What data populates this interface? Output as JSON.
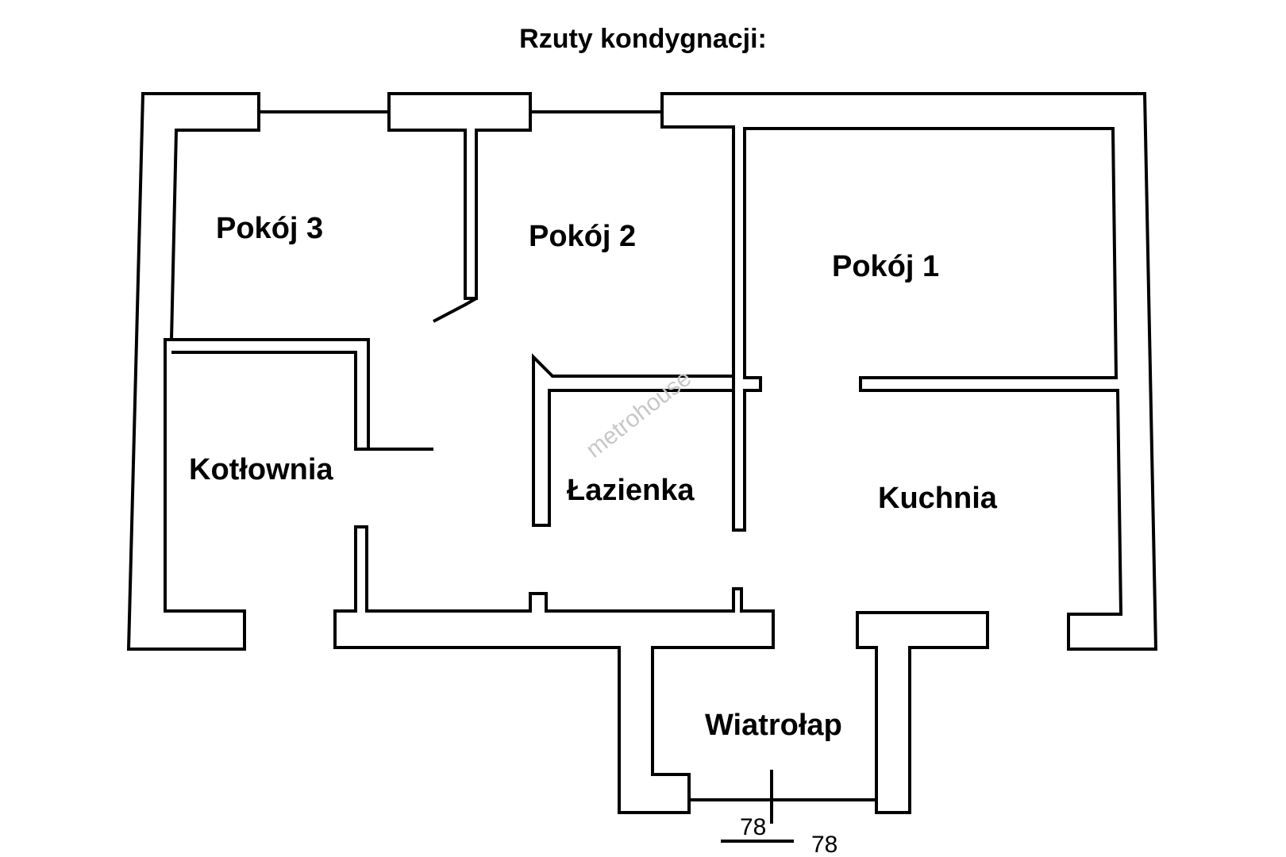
{
  "title": "Rzuty kondygnacji:",
  "watermark": "metrohouse",
  "rooms": [
    {
      "name": "Pokój 3"
    },
    {
      "name": "Pokój 2"
    },
    {
      "name": "Pokój 1"
    },
    {
      "name": "Kotłownia"
    },
    {
      "name": "Łazienka"
    },
    {
      "name": "Kuchnia"
    },
    {
      "name": "Wiatrołap"
    }
  ],
  "dimensions": {
    "scale_label_1": "78",
    "scale_label_2": "78"
  },
  "colors": {
    "wall": "#000000",
    "background": "#ffffff",
    "watermark": "#c8c8c8"
  }
}
